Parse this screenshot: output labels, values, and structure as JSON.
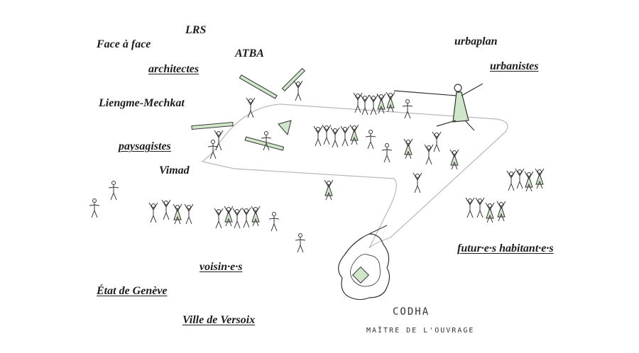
{
  "labels": {
    "lrs": "LRS",
    "face_a_face": "Face à face",
    "atba": "ATBA",
    "architectes": "architectes",
    "liengme": "Liengme-Mechkat",
    "paysagistes": "paysagistes",
    "vimad": "Vimad",
    "urbaplan": "urbaplan",
    "urbanistes": "urbanistes",
    "futurs_habitants": "futur·e·s habitant·e·s",
    "voisins": "voisin·e·s",
    "etat_geneve": "État de Genève",
    "ville_versoix": "Ville de Versoix",
    "codha": "CODHA",
    "maitre_ouvrage": "MAÎTRE DE L'OUVRAGE"
  },
  "colors": {
    "ink": "#1c1c1c",
    "accent_green": "#cfe6c9",
    "accent_green_stroke": "#9ec796",
    "site_outline": "#b8b8b8"
  }
}
